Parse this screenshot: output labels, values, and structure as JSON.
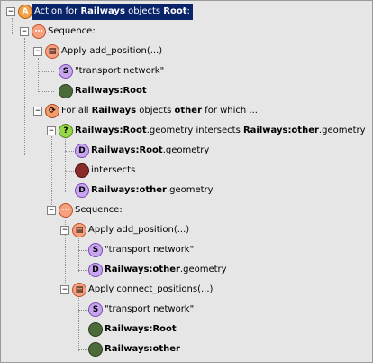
{
  "tree": {
    "root": {
      "label_prefix": "Action for ",
      "label_obj": "Railways",
      "label_mid": " objects ",
      "label_var": "Root",
      "label_suffix": ":",
      "icon": "A"
    },
    "seq1": {
      "label": "Sequence:"
    },
    "apply1": {
      "label": "Apply add_position(...)"
    },
    "apply1_s": {
      "label": "\"transport network\""
    },
    "apply1_obj": {
      "obj": "Railways",
      "var": ":Root"
    },
    "forall": {
      "p1": "For all ",
      "obj": "Railways",
      "p2": " objects ",
      "var": "other",
      "p3": " for which ..."
    },
    "cond": {
      "a": "Railways",
      "b": ":Root",
      "c": ".geometry intersects ",
      "d": "Railways",
      "e": ":other",
      "f": ".geometry"
    },
    "cond_d1": {
      "a": "Railways",
      "b": ":Root",
      "c": ".geometry"
    },
    "cond_rel": {
      "label": "intersects"
    },
    "cond_d2": {
      "a": "Railways",
      "b": ":other",
      "c": ".geometry"
    },
    "seq2": {
      "label": "Sequence:"
    },
    "apply2": {
      "label": "Apply add_position(...)"
    },
    "apply2_s": {
      "label": "\"transport network\""
    },
    "apply2_d": {
      "a": "Railways",
      "b": ":other",
      "c": ".geometry"
    },
    "apply3": {
      "label": "Apply connect_positions(...)"
    },
    "apply3_s": {
      "label": "\"transport network\""
    },
    "apply3_obj1": {
      "obj": "Railways",
      "var": ":Root"
    },
    "apply3_obj2": {
      "obj": "Railways",
      "var": ":other"
    },
    "glyphs": {
      "collapse": "−",
      "S": "S",
      "D": "D",
      "q": "?",
      "A": "A"
    }
  }
}
